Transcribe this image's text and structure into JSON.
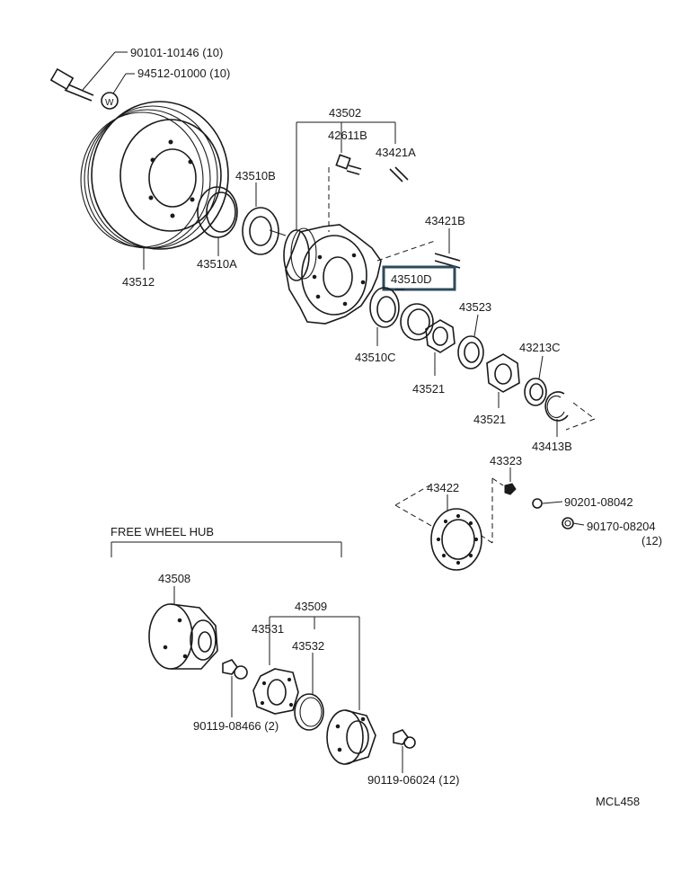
{
  "labels": {
    "bolt_90101": "90101-10146 (10)",
    "washer_94512": "94512-01000 (10)",
    "washer_mark": "W",
    "hub_43502": "43502",
    "bolt_42611b": "42611B",
    "pin_43421a": "43421A",
    "stud_43421b": "43421B",
    "bearing_43510b": "43510B",
    "race_43510a": "43510A",
    "disc_43512": "43512",
    "highlighted_43510d": "43510D",
    "bearing_43510c": "43510C",
    "washer_43523": "43523",
    "nut_43521_a": "43521",
    "nut_43521_b": "43521",
    "washer_43213c": "43213C",
    "ring_43413b": "43413B",
    "plug_43323": "43323",
    "gasket_43422": "43422",
    "nut_90201": "90201-08042",
    "nut_90170": "90170-08204",
    "nut_90170_qty": "(12)",
    "free_wheel_title": "FREE WHEEL HUB",
    "body_43508": "43508",
    "set_43509": "43509",
    "part_43531": "43531",
    "ring_43532": "43532",
    "bolt_90119_08466": "90119-08466 (2)",
    "bolt_90119_06024": "90119-06024 (12)",
    "catalog_code": "MCL458"
  },
  "highlight_color": "#2b4a5e"
}
